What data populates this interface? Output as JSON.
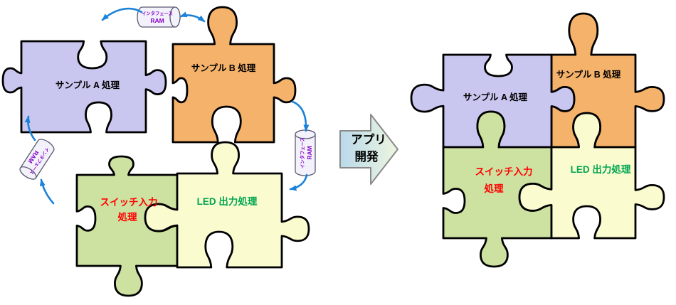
{
  "pieces": {
    "sample_a": {
      "label": "サンプル A 処理",
      "color": "#c9c6ef",
      "label_color": "#000000"
    },
    "sample_b": {
      "label": "サンプル B 処理",
      "color": "#f5b26a",
      "label_color": "#000000"
    },
    "switch_input": {
      "label_line1": "スイッチ入力",
      "label_line2": "処理",
      "color": "#cde1a1",
      "label_color": "#ff0000"
    },
    "led_output": {
      "label": "LED 出力処理",
      "color": "#fbfbd0",
      "label_color": "#00a651"
    }
  },
  "ram_interface": {
    "label_line1": "インタフェース",
    "label_line2": "RAM",
    "text_color": "#8400cc",
    "body_color": "#f3f2fb"
  },
  "app_dev_arrow": {
    "label_line1": "アプリ",
    "label_line2": "開発",
    "gradient_start": "#b9d9ea",
    "gradient_end": "#edf6e0"
  },
  "flow_arrow_color": "#1a82d8"
}
